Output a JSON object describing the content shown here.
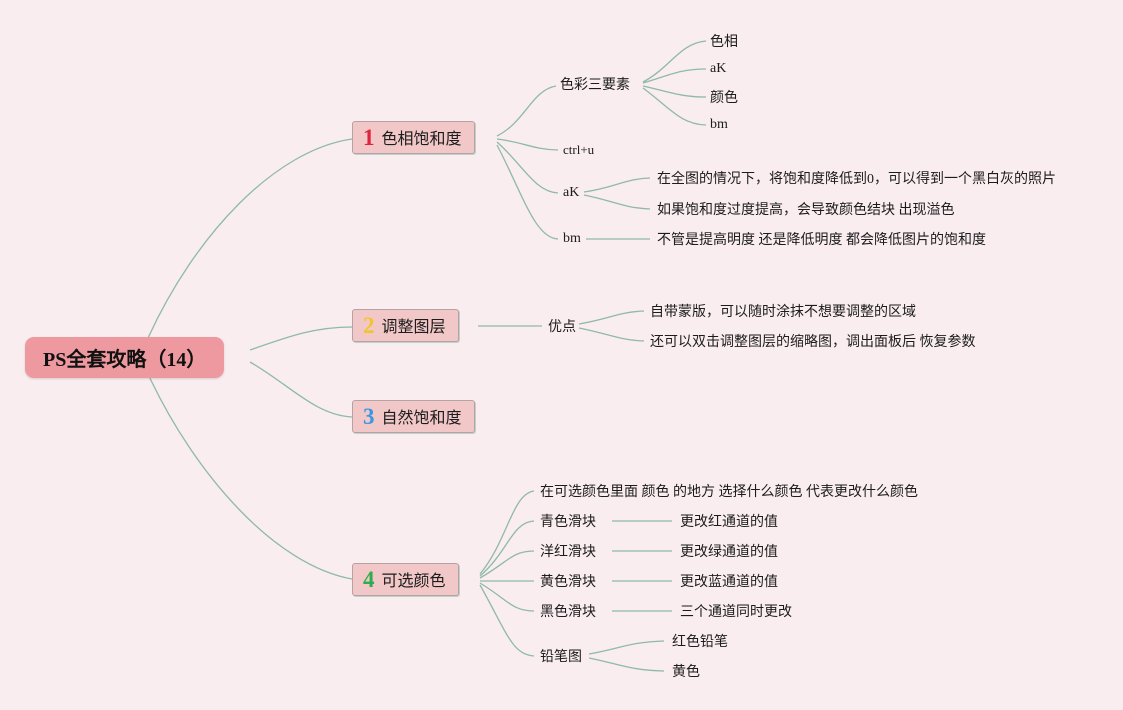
{
  "background_color": "#f9edf0",
  "line_color": "#8fb9a9",
  "root": {
    "label": "PS全套攻略（14）",
    "bg_color": "#ee99a0"
  },
  "branches": [
    {
      "number": "1",
      "number_color": "#e02440",
      "label": "色相饱和度",
      "children": [
        {
          "label": "色彩三要素",
          "children": [
            {
              "label": "色相"
            },
            {
              "label": "aK"
            },
            {
              "label": "颜色"
            },
            {
              "label": "bm"
            }
          ]
        },
        {
          "label": "ctrl+u"
        },
        {
          "label": "aK",
          "children": [
            {
              "label": "在全图的情况下，将饱和度降低到0，可以得到一个黑白灰的照片"
            },
            {
              "label": "如果饱和度过度提高，会导致颜色结块 出现溢色"
            }
          ]
        },
        {
          "label": "bm",
          "children": [
            {
              "label": "不管是提高明度 还是降低明度 都会降低图片的饱和度"
            }
          ]
        }
      ]
    },
    {
      "number": "2",
      "number_color": "#f0c62c",
      "label": "调整图层",
      "children": [
        {
          "label": "优点",
          "children": [
            {
              "label": "自带蒙版，可以随时涂抹不想要调整的区域"
            },
            {
              "label": "还可以双击调整图层的缩略图，调出面板后 恢复参数"
            }
          ]
        }
      ]
    },
    {
      "number": "3",
      "number_color": "#3b97e3",
      "label": "自然饱和度",
      "children": []
    },
    {
      "number": "4",
      "number_color": "#2fac4e",
      "label": "可选颜色",
      "children": [
        {
          "label": "在可选颜色里面 颜色 的地方 选择什么颜色 代表更改什么颜色"
        },
        {
          "label": "青色滑块",
          "children": [
            {
              "label": "更改红通道的值"
            }
          ]
        },
        {
          "label": "洋红滑块",
          "children": [
            {
              "label": "更改绿通道的值"
            }
          ]
        },
        {
          "label": "黄色滑块",
          "children": [
            {
              "label": "更改蓝通道的值"
            }
          ]
        },
        {
          "label": "黑色滑块",
          "children": [
            {
              "label": "三个通道同时更改"
            }
          ]
        },
        {
          "label": "铅笔图",
          "children": [
            {
              "label": "红色铅笔"
            },
            {
              "label": "黄色"
            }
          ]
        }
      ]
    }
  ]
}
